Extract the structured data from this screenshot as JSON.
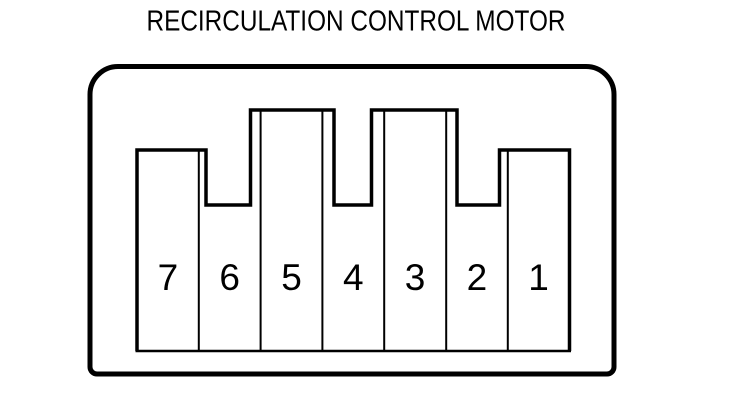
{
  "title": "RECIRCULATION CONTROL MOTOR",
  "connector": {
    "label": "recirculation-control-motor-connector",
    "pin_count": 7,
    "pins": [
      {
        "label": "7"
      },
      {
        "label": "6"
      },
      {
        "label": "5"
      },
      {
        "label": "4"
      },
      {
        "label": "3"
      },
      {
        "label": "2"
      },
      {
        "label": "1"
      }
    ],
    "colors": {
      "line": "#000000",
      "background": "#ffffff"
    }
  }
}
